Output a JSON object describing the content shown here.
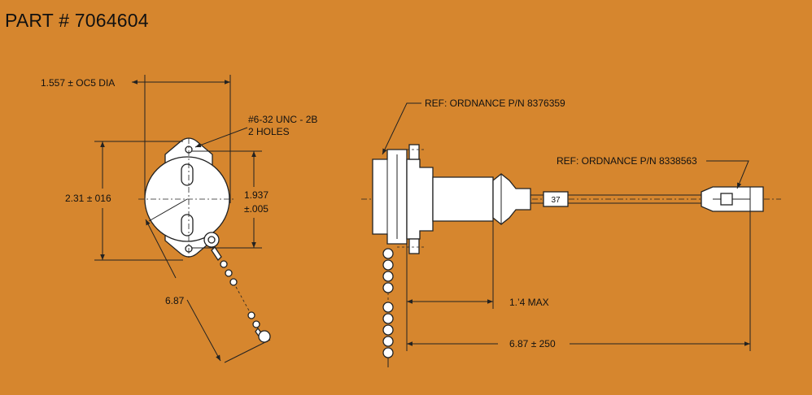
{
  "title": "PART # 7064604",
  "left_view": {
    "dia_label": "1.557 ± OC5  DIA",
    "thread_label_1": "#6-32 UNC - 2B",
    "thread_label_2": "2 HOLES",
    "height_label": "2.31 ± 016",
    "hole_spacing_1": "1.937",
    "hole_spacing_2": "±.005",
    "lanyard_length": "6.87"
  },
  "right_view": {
    "ref_1": "REF: ORDNANCE  P/N  8376359",
    "ref_2": "REF: ORDNANCE  P/N  8338563",
    "tag": "37",
    "max_label": "1.’4  MAX",
    "overall_label": "6.87 ± 250"
  }
}
